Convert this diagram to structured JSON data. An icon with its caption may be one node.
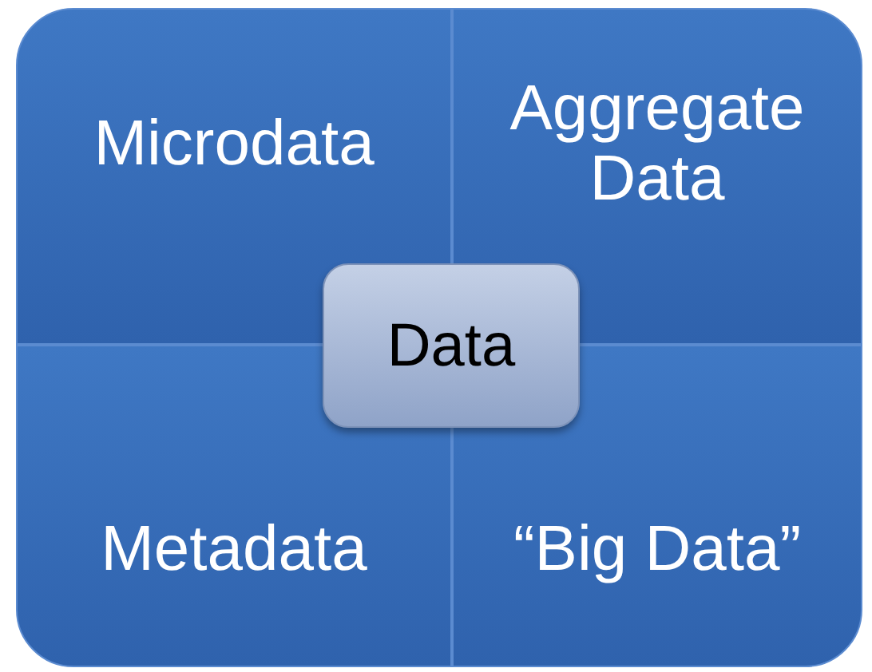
{
  "diagram": {
    "nodes": [
      {
        "text": [
          "Microdata"
        ]
      },
      {
        "text": [
          "Aggregate Data"
        ]
      },
      {
        "text": [
          "Data"
        ]
      },
      {
        "text": [
          "Metadata"
        ]
      },
      {
        "text": [
          "“Big Data”"
        ]
      }
    ]
  }
}
